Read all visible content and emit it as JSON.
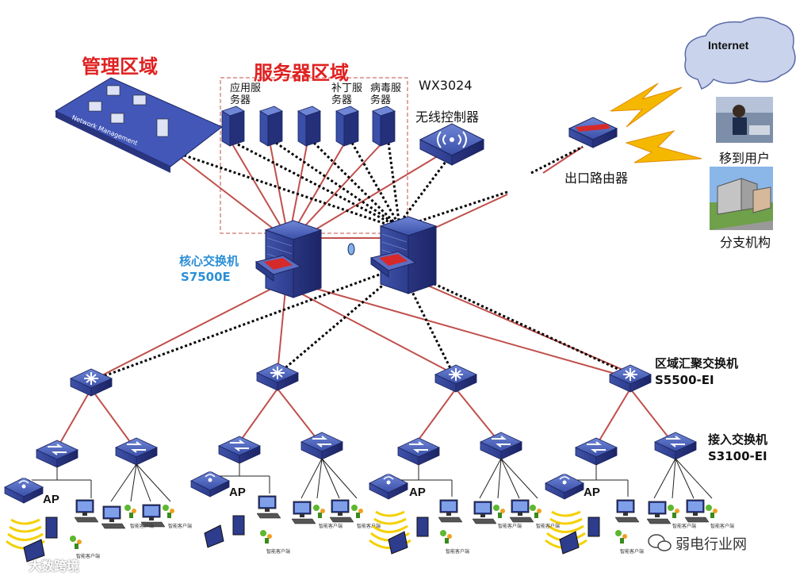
{
  "zones": {
    "management": "管理区域",
    "server": "服务器区域"
  },
  "servers": {
    "app_server": [
      "应用服",
      "务器"
    ],
    "patch_server": [
      "补丁服",
      "务器"
    ],
    "virus_server": [
      "病毒服",
      "务器"
    ]
  },
  "wireless_controller": {
    "model": "WX3024",
    "name": "无线控制器"
  },
  "internet": "Internet",
  "egress_router": "出口路由器",
  "mobile_users": "移到用户",
  "branch": "分支机构",
  "core_switch": {
    "name": "核心交换机",
    "model": "S7500E"
  },
  "aggregation_switch": {
    "name": "区域汇聚交换机",
    "model": "S5500-EI"
  },
  "access_switch": {
    "name": "接入交换机",
    "model": "S3100-EI"
  },
  "ap_label": "AP",
  "network_management": "Network Management",
  "client_label": "智能客户端",
  "watermark_right": "弱电行业网",
  "watermark_left": "大数跨境",
  "colors": {
    "solid_link": "#c0504d",
    "dashed_link": "#000000",
    "device_blue": "#2f3f8c",
    "zone_red": "#e02020",
    "label_blue": "#2b8fd6"
  }
}
